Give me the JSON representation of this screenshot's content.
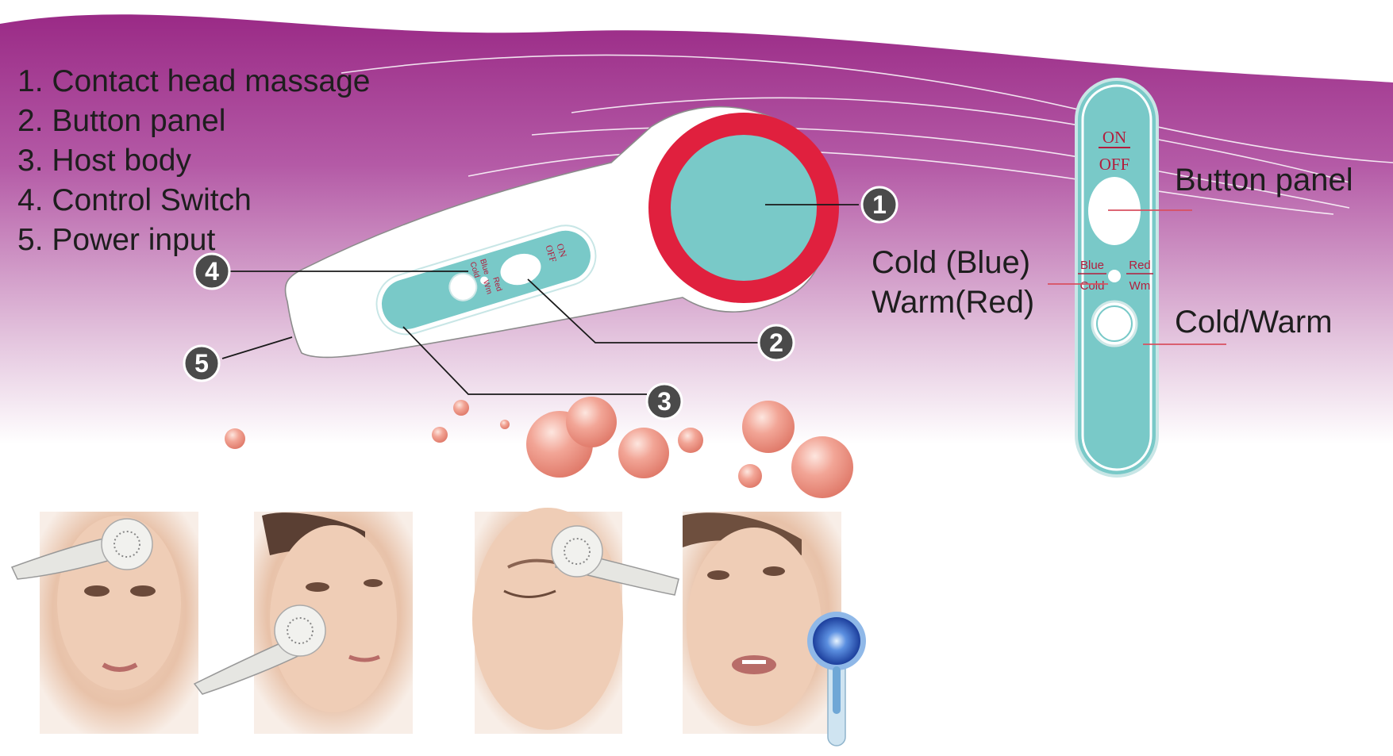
{
  "legend": {
    "items": [
      "1. Contact head massage",
      "2. Button panel",
      "3. Host body",
      "4. Control Switch",
      "5. Power input"
    ]
  },
  "callouts": [
    "1",
    "2",
    "3",
    "4",
    "5"
  ],
  "device": {
    "on_label": "ON",
    "off_label": "OFF",
    "blue_label": "Blue",
    "cold_label": "Cold",
    "red_label": "Red",
    "warm_label": "Wm"
  },
  "panel_annotations": {
    "button_panel": "Button panel",
    "cold_blue": "Cold (Blue)",
    "warm_red": "Warm(Red)",
    "cold_warm": "Cold/Warm"
  },
  "colors": {
    "banner_purple": "#a0308c",
    "teal": "#79c9c8",
    "red_ring": "#e0203e",
    "callout_badge": "#4a4a4a",
    "bubble": "#e98e80"
  },
  "photos": [
    {
      "name": "face-forehead",
      "icon": "face-photo"
    },
    {
      "name": "face-cheek",
      "icon": "face-photo"
    },
    {
      "name": "face-eye",
      "icon": "face-photo"
    },
    {
      "name": "face-mouth",
      "icon": "face-photo"
    }
  ]
}
